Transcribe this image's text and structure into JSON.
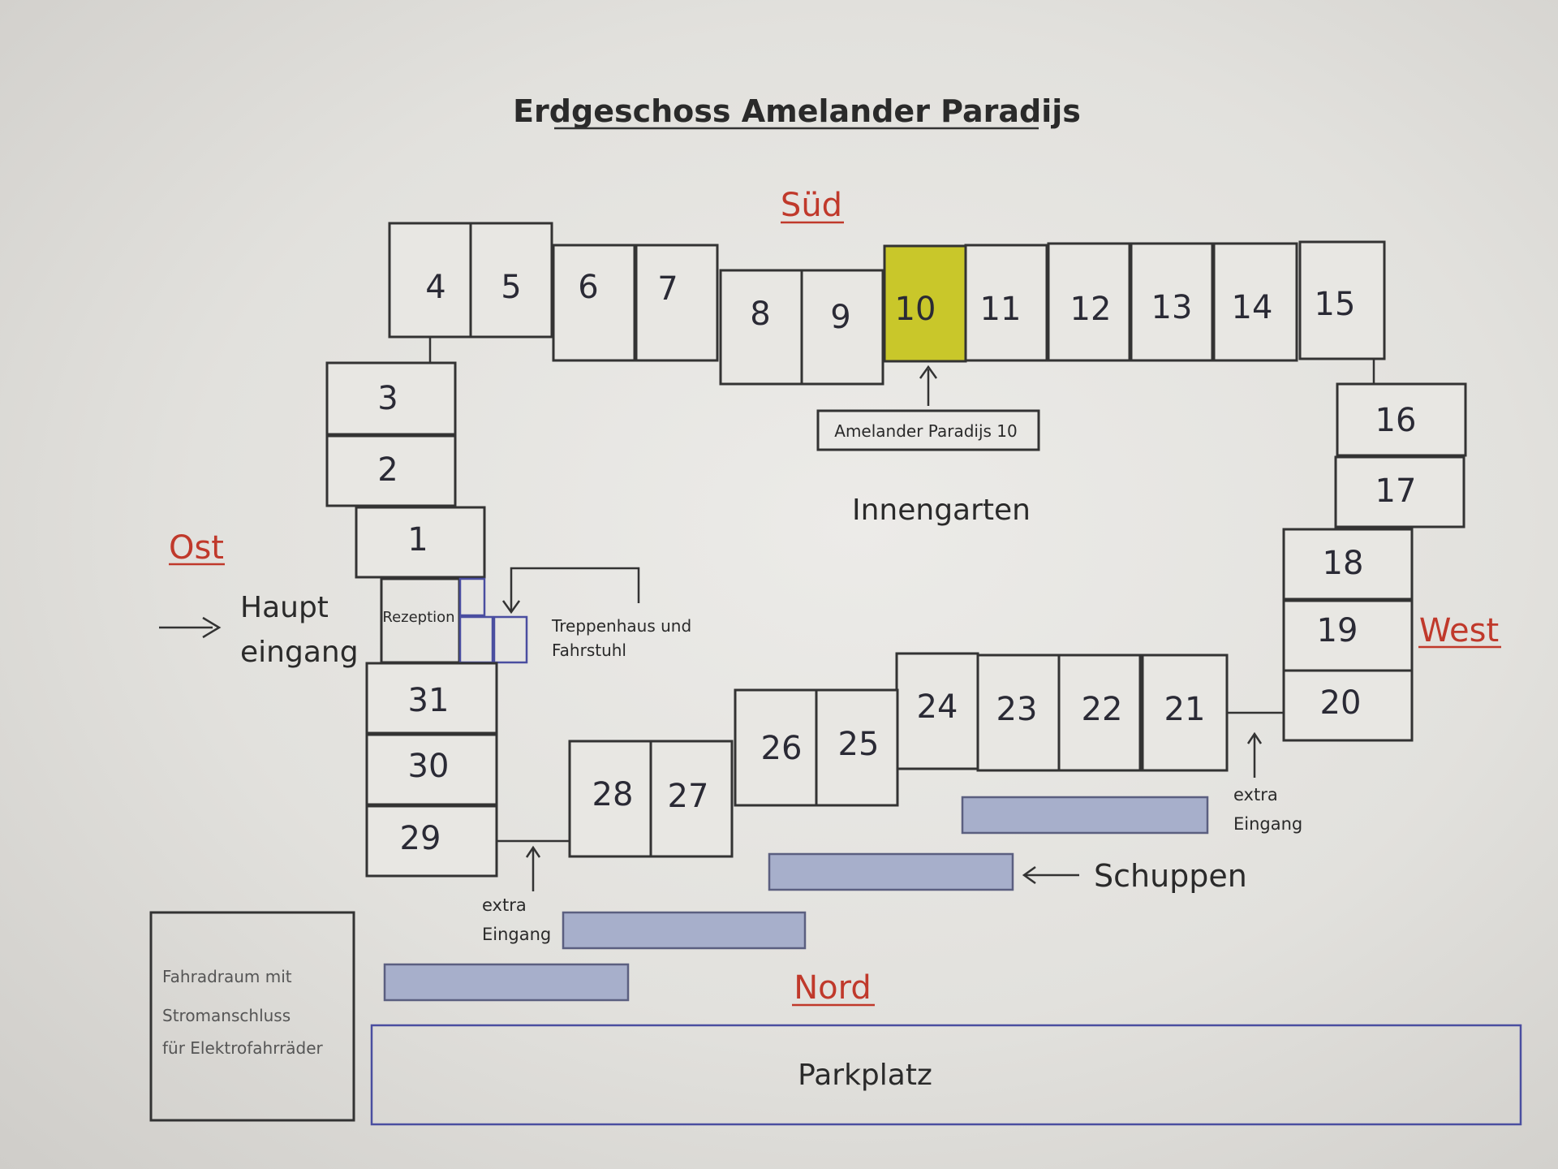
{
  "title": "Erdgeschoss Amelander Paradijs",
  "directions": {
    "south": "Süd",
    "east": "Ost",
    "west": "West",
    "north": "Nord"
  },
  "units": [
    "1",
    "2",
    "3",
    "4",
    "5",
    "6",
    "7",
    "8",
    "9",
    "10",
    "11",
    "12",
    "13",
    "14",
    "15",
    "16",
    "17",
    "18",
    "19",
    "20",
    "21",
    "22",
    "23",
    "24",
    "25",
    "26",
    "27",
    "28",
    "29",
    "30",
    "31"
  ],
  "highlighted_unit": "10",
  "labels": {
    "callout": "Amelander Paradijs 10",
    "courtyard": "Innengarten",
    "entrance_line1": "Haupt",
    "entrance_line2": "eingang",
    "reception": "Rezeption",
    "stairs_line1": "Treppenhaus und",
    "stairs_line2": "Fahrstuhl",
    "extra_line1": "extra",
    "extra_line2": "Eingang",
    "sheds": "Schuppen",
    "bike_line1": "Fahradraum mit",
    "bike_line2": "Stromanschluss",
    "bike_line3": "für Elektrofahrräder",
    "parking": "Parkplatz"
  },
  "colors": {
    "highlight": "#c9c72a",
    "shed": "#a7afcb",
    "direction": "#c0392b",
    "outline_blue": "#4a4ea0"
  }
}
